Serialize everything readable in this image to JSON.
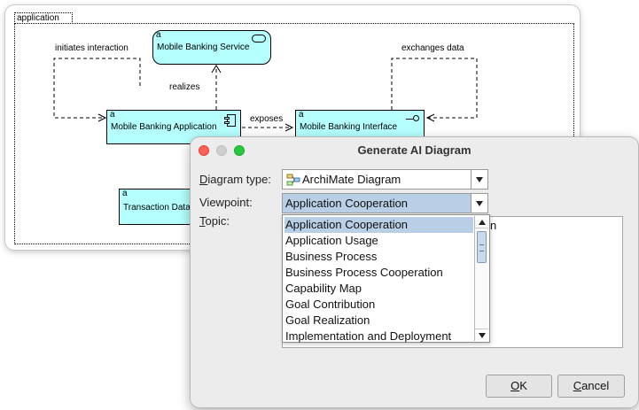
{
  "diagram": {
    "group_label": "application",
    "element_marker": "a",
    "elements": {
      "service": "Mobile Banking Service",
      "application": "Mobile Banking Application",
      "interface": "Mobile Banking Interface",
      "data": "Transaction Data"
    },
    "relations": {
      "initiates": "initiates interaction",
      "realizes": "realizes",
      "exposes": "exposes",
      "exchanges": "exchanges data"
    }
  },
  "dialog": {
    "title": "Generate AI Diagram",
    "diagram_type_label_first": "D",
    "diagram_type_label_rest": "iagram type:",
    "diagram_type_value": "ArchiMate Diagram",
    "viewpoint_label": "Viewpoint:",
    "viewpoint_value": "Application Cooperation",
    "topic_label_first": "T",
    "topic_label_rest": "opic:",
    "topic_text": "n",
    "viewpoint_options": [
      "Application Cooperation",
      "Application Usage",
      "Business Process",
      "Business Process Cooperation",
      "Capability Map",
      "Goal Contribution",
      "Goal Realization",
      "Implementation and Deployment"
    ],
    "ok_first": "O",
    "ok_rest": "K",
    "cancel_first": "C",
    "cancel_rest": "ancel"
  },
  "colors": {
    "element_fill": "#b5ffff",
    "selection": "#b8cfe5",
    "close": "#fe5f57",
    "maximize": "#28c840"
  }
}
